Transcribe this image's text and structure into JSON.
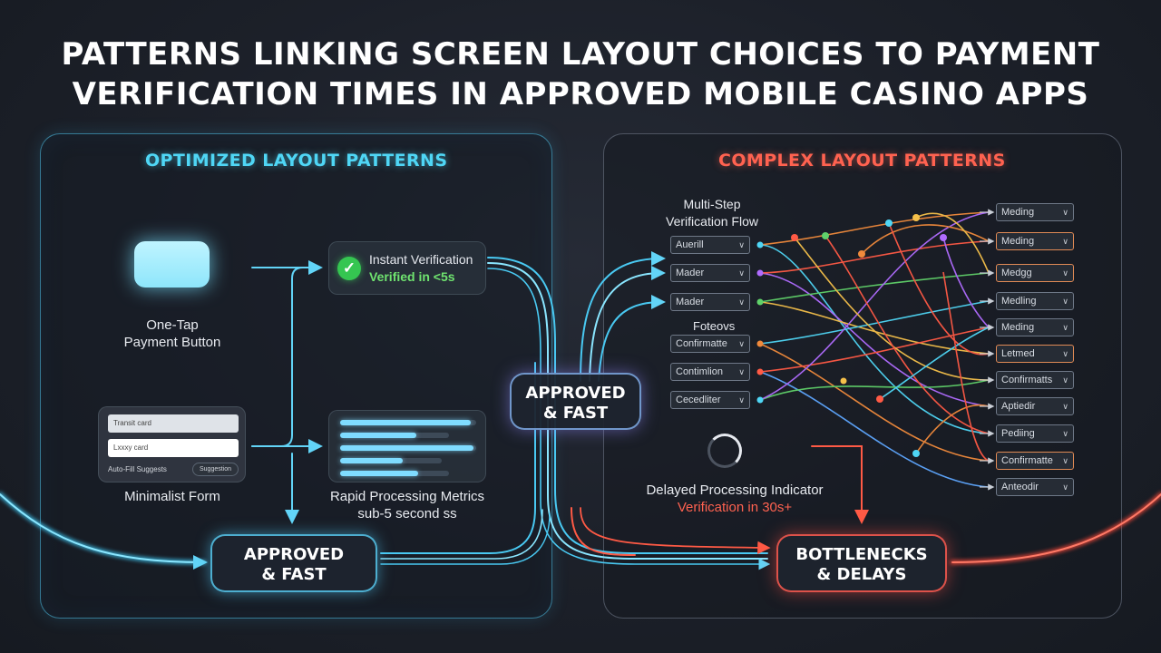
{
  "title": {
    "line1": "PATTERNS LINKING SCREEN LAYOUT CHOICES TO PAYMENT",
    "line2": "VERIFICATION TIMES IN APPROVED MOBILE CASINO APPS"
  },
  "left_panel": {
    "title": "OPTIMIZED LAYOUT PATTERNS",
    "one_tap": {
      "line1": "One-Tap",
      "line2": "Payment Button"
    },
    "instant_verification": {
      "line1": "Instant Verification",
      "line2": "Verified in <5s",
      "icon": "check-icon"
    },
    "form": {
      "field1": "Transit card",
      "field2": "Lxxxy card",
      "autofill": "Auto-Fill Suggests",
      "suggest_button": "Suggestion",
      "caption": "Minimalist Form"
    },
    "metrics": {
      "line1": "Rapid Processing Metrics",
      "line2": "sub-5 second ss",
      "bar_fills": [
        0.96,
        0.7,
        0.98,
        0.62,
        0.72
      ]
    },
    "outcome": {
      "line1": "APPROVED",
      "line2": "& FAST"
    }
  },
  "center_outcome": {
    "line1": "APPROVED",
    "line2": "& FAST"
  },
  "right_panel": {
    "title": "COMPLEX LAYOUT PATTERNS",
    "flow_label": {
      "line1": "Multi-Step",
      "line2": "Verification Flow"
    },
    "inputs_top": [
      "Auerill",
      "Mader",
      "Mader"
    ],
    "section_label": "Foteovs",
    "inputs_bottom": [
      "Confirmatte",
      "Contimlion",
      "Cecedliter"
    ],
    "outputs": [
      "Meding",
      "Meding",
      "Medgg",
      "Medling",
      "Meding",
      "Letmed",
      "Confirmatts",
      "Aptiedir",
      "Pediing",
      "Confirmatte",
      "Anteodir"
    ],
    "delayed": {
      "line1": "Delayed Processing Indicator",
      "line2": "Verification in 30s+"
    },
    "outcome": {
      "line1": "BOTTLENECKS",
      "line2": "& DELAYS"
    }
  },
  "colors": {
    "optimized": "#4fd6f5",
    "complex": "#ff6250",
    "verified": "#6fe36f"
  }
}
